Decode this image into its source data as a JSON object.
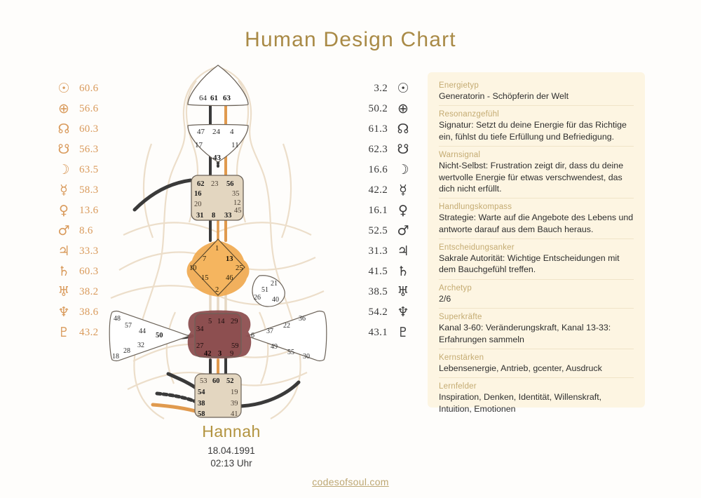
{
  "title": "Human Design Chart",
  "footer": {
    "site": "codesofsoul.com"
  },
  "person": {
    "name": "Hannah",
    "date": "18.04.1991",
    "time": "02:13 Uhr"
  },
  "design_planets": [
    {
      "glyph": "☉",
      "name": "sun-icon",
      "value": "60.6"
    },
    {
      "glyph": "⊕",
      "name": "earth-icon",
      "value": "56.6"
    },
    {
      "glyph": "☊",
      "name": "north-node-icon",
      "value": "60.3"
    },
    {
      "glyph": "☋",
      "name": "south-node-icon",
      "value": "56.3"
    },
    {
      "glyph": "☽",
      "name": "moon-icon",
      "value": "63.5"
    },
    {
      "glyph": "☿",
      "name": "mercury-icon",
      "value": "58.3"
    },
    {
      "glyph": "♀",
      "name": "venus-icon",
      "value": "13.6"
    },
    {
      "glyph": "♂",
      "name": "mars-icon",
      "value": "8.6"
    },
    {
      "glyph": "♃",
      "name": "jupiter-icon",
      "value": "33.3"
    },
    {
      "glyph": "♄",
      "name": "saturn-icon",
      "value": "60.3"
    },
    {
      "glyph": "♅",
      "name": "uranus-icon",
      "value": "38.2"
    },
    {
      "glyph": "♆",
      "name": "neptune-icon",
      "value": "38.6"
    },
    {
      "glyph": "♇",
      "name": "pluto-icon",
      "value": "43.2"
    }
  ],
  "personality_planets": [
    {
      "glyph": "☉",
      "name": "sun-icon",
      "value": "3.2"
    },
    {
      "glyph": "⊕",
      "name": "earth-icon",
      "value": "50.2"
    },
    {
      "glyph": "☊",
      "name": "north-node-icon",
      "value": "61.3"
    },
    {
      "glyph": "☋",
      "name": "south-node-icon",
      "value": "62.3"
    },
    {
      "glyph": "☽",
      "name": "moon-icon",
      "value": "16.6"
    },
    {
      "glyph": "☿",
      "name": "mercury-icon",
      "value": "42.2"
    },
    {
      "glyph": "♀",
      "name": "venus-icon",
      "value": "16.1"
    },
    {
      "glyph": "♂",
      "name": "mars-icon",
      "value": "52.5"
    },
    {
      "glyph": "♃",
      "name": "jupiter-icon",
      "value": "31.3"
    },
    {
      "glyph": "♄",
      "name": "saturn-icon",
      "value": "41.5"
    },
    {
      "glyph": "♅",
      "name": "uranus-icon",
      "value": "38.5"
    },
    {
      "glyph": "♆",
      "name": "neptune-icon",
      "value": "54.2"
    },
    {
      "glyph": "♇",
      "name": "pluto-icon",
      "value": "43.1"
    }
  ],
  "info": [
    {
      "label": "Energietyp",
      "value": "Generatorin - Schöpferin der Welt"
    },
    {
      "label": "Resonanzgefühl",
      "value": "Signatur: Setzt du deine Energie für das Richtige ein, fühlst du tiefe Erfüllung und Befriedigung."
    },
    {
      "label": "Warnsignal",
      "value": "Nicht-Selbst: Frustration zeigt dir, dass du deine wertvolle Energie für etwas verschwendest, das dich nicht erfüllt."
    },
    {
      "label": "Handlungskompass",
      "value": "Strategie: Warte auf die Angebote des Lebens und antworte darauf aus dem Bauch heraus."
    },
    {
      "label": "Entscheidungsanker",
      "value": "Sakrale Autorität: Wichtige Entscheidungen mit dem Bauchgefühl treffen."
    },
    {
      "label": "Archetyp",
      "value": "2/6"
    },
    {
      "label": "Superkräfte",
      "value": "Kanal 3-60: Veränderungskraft, Kanal 13-33: Erfahrungen sammeln"
    },
    {
      "label": "Kernstärken",
      "value": "Lebensenergie, Antrieb, gcenter, Ausdruck"
    },
    {
      "label": "Lernfelder",
      "value": "Inspiration, Denken, Identität, Willenskraft, Intuition, Emotionen"
    }
  ],
  "colors": {
    "accent_gold": "#a98a46",
    "design_orange": "#d99a5b",
    "personality_dark": "#3a3a3a",
    "panel_bg": "#fdf5e2",
    "gcenter_fill": "#f0a94f",
    "sacral_fill": "#8d4f50",
    "throat_fill": "#e3d6c0",
    "root_fill": "#e3d6c0",
    "undefined_fill": "#ffffff"
  },
  "bodygraph": {
    "centers": [
      {
        "id": "head",
        "label": "Head",
        "defined": false,
        "gates": [
          "64",
          "61",
          "63"
        ],
        "bold_gates": [
          "61",
          "63"
        ]
      },
      {
        "id": "ajna",
        "label": "Ajna",
        "defined": false,
        "gates": [
          "47",
          "24",
          "4",
          "17",
          "11",
          "43"
        ],
        "bold_gates": [
          "43"
        ]
      },
      {
        "id": "throat",
        "label": "Throat",
        "defined": true,
        "gates": [
          "62",
          "23",
          "56",
          "16",
          "35",
          "20",
          "12",
          "45",
          "31",
          "8",
          "33"
        ],
        "bold_gates": [
          "62",
          "56",
          "16",
          "31",
          "33"
        ]
      },
      {
        "id": "gcenter",
        "label": "G Center",
        "defined": true,
        "gates": [
          "1",
          "7",
          "13",
          "10",
          "25",
          "15",
          "46",
          "2"
        ],
        "bold_gates": [
          "13"
        ]
      },
      {
        "id": "ego",
        "label": "Ego / Heart",
        "defined": false,
        "gates": [
          "21",
          "51",
          "26",
          "40"
        ],
        "bold_gates": []
      },
      {
        "id": "spleen",
        "label": "Spleen",
        "defined": false,
        "gates": [
          "48",
          "57",
          "44",
          "50",
          "32",
          "28",
          "18"
        ],
        "bold_gates": [
          "50"
        ]
      },
      {
        "id": "sacral",
        "label": "Sacral",
        "defined": true,
        "gates": [
          "5",
          "14",
          "29",
          "34",
          "27",
          "59",
          "42",
          "3",
          "9"
        ],
        "bold_gates": [
          "42",
          "3"
        ]
      },
      {
        "id": "solarplexus",
        "label": "Solar Plexus",
        "defined": false,
        "gates": [
          "6",
          "37",
          "22",
          "36",
          "49",
          "55",
          "30"
        ],
        "bold_gates": []
      },
      {
        "id": "root",
        "label": "Root",
        "defined": true,
        "gates": [
          "53",
          "60",
          "52",
          "54",
          "19",
          "38",
          "39",
          "58",
          "41"
        ],
        "bold_gates": [
          "60",
          "54",
          "38",
          "58"
        ]
      }
    ]
  }
}
